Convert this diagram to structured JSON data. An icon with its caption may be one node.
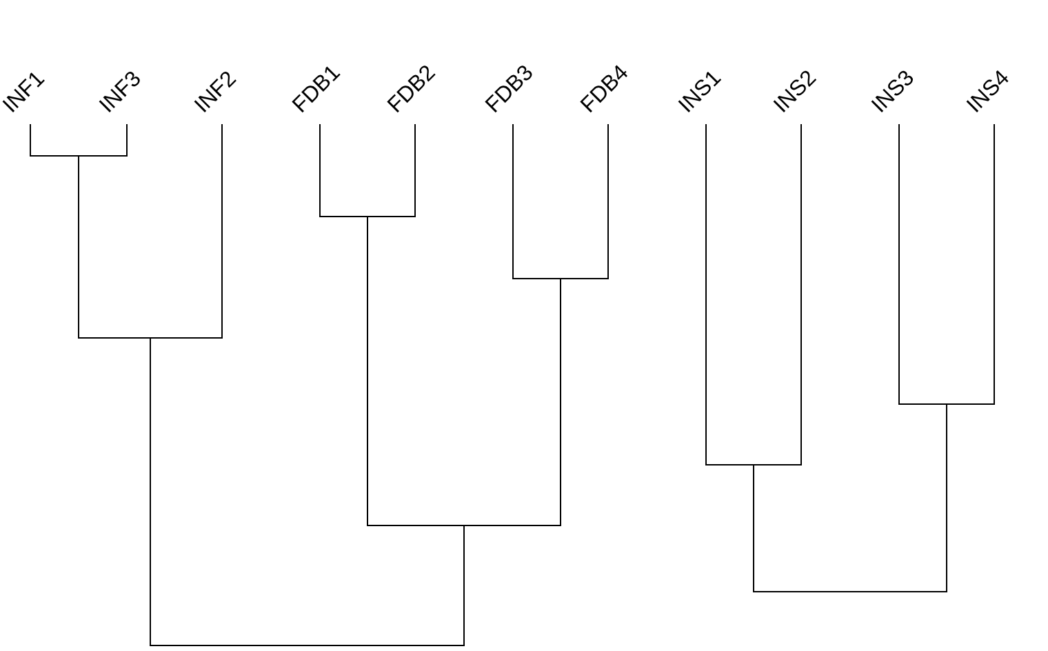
{
  "diagram": {
    "labels": [
      "INF1",
      "INF3",
      "INF2",
      "FDB1",
      "FDB2",
      "FDB3",
      "FDB4",
      "INS1",
      "INS2",
      "INS3",
      "INS4"
    ]
  }
}
